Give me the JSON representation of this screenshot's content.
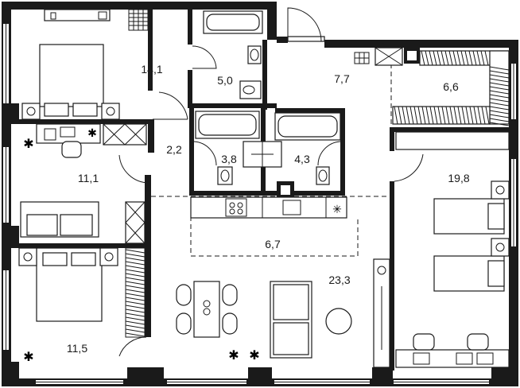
{
  "rooms": [
    {
      "id": "bedroom-top-left",
      "area": "14,1"
    },
    {
      "id": "bathroom-top",
      "area": "5,0"
    },
    {
      "id": "entrance-hall",
      "area": "7,7"
    },
    {
      "id": "wardrobe-right",
      "area": "6,6"
    },
    {
      "id": "corridor",
      "area": "2,2"
    },
    {
      "id": "bathroom-middle-left",
      "area": "3,8"
    },
    {
      "id": "bathroom-middle-right",
      "area": "4,3"
    },
    {
      "id": "master-bedroom-right",
      "area": "19,8"
    },
    {
      "id": "bedroom-middle-left",
      "area": "11,1"
    },
    {
      "id": "kitchen-zone",
      "area": "6,7"
    },
    {
      "id": "living-room",
      "area": "23,3"
    },
    {
      "id": "bedroom-bottom-left",
      "area": "11,5"
    }
  ]
}
